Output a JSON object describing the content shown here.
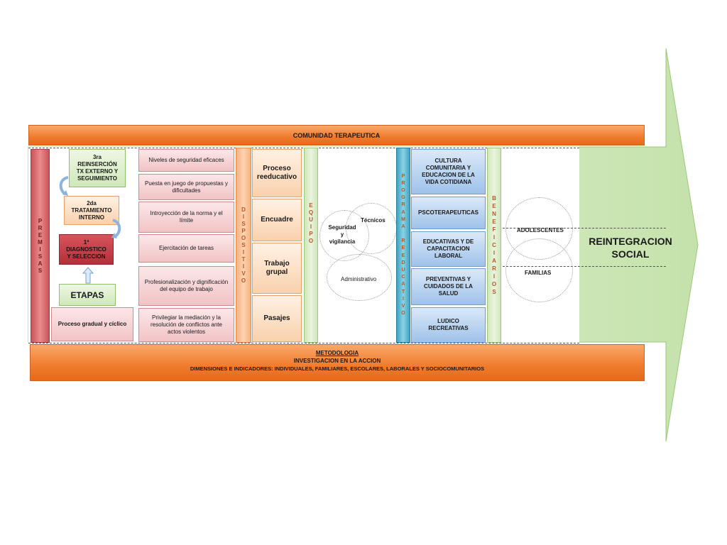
{
  "top_band": {
    "title": "COMUNIDAD TERAPEUTICA"
  },
  "bottom_band": {
    "line1": "METODOLOGIA",
    "line2": "INVESTIGACION EN LA ACCION",
    "line3": "DIMENSIONES E INDICADORES: INDIVIDUALES, FAMILIARES,  ESCOLARES, LABORALES Y SOCIOCOMUNITARIOS"
  },
  "premisas": {
    "letters": [
      "P",
      "R",
      "E",
      "M",
      "I",
      "S",
      "A",
      "S"
    ]
  },
  "etapas": {
    "stage3": [
      "3ra",
      "REINSERCIÓN",
      "TX EXTERNO Y",
      "SEGUIMIENTO"
    ],
    "stage2": [
      "2da",
      "TRATAMIENTO",
      "INTERNO"
    ],
    "stage1": [
      "1ª",
      "DIAGNOSTICO",
      "Y SELECCION"
    ],
    "label": "ETAPAS",
    "process": "Proceso gradual  y cíclico"
  },
  "premise_items": [
    "Niveles de seguridad eficaces",
    "Puesta en juego de  propuestas y dificultades",
    "Introyección de la norma y el límite",
    "Ejercitación de tareas",
    "Profesionalización y dignificación del equipo de trabajo",
    "Privilegiar la mediación y la resolución de conflictos ante actos violentos"
  ],
  "dispositivo": {
    "letters": [
      "D",
      "I",
      "S",
      "P",
      "O",
      "S",
      "I",
      "T",
      "I",
      "V",
      "O"
    ]
  },
  "dispositivo_items": [
    "Proceso reeducativo",
    "Encuadre",
    "Trabajo grupal",
    "Pasajes"
  ],
  "equipo": {
    "letters": [
      "E",
      "Q",
      "U",
      "I",
      "P",
      "O"
    ],
    "security": [
      "Seguridad",
      "y",
      "vigilancia"
    ],
    "tecnicos": "Técnicos",
    "administrativo": "Administrativo"
  },
  "programa": {
    "letters": [
      "P",
      "R",
      "O",
      "G",
      "R",
      "A",
      "M",
      "A",
      " ",
      "R",
      "E",
      "E",
      "D",
      "U",
      "C",
      "A",
      "T",
      "I",
      "V",
      "O"
    ]
  },
  "programa_items": [
    "CULTURA COMUNITARIA Y EDUCACION DE LA VIDA  COTIDIANA",
    "PSCOTERAPEUTICAS",
    "EDUCATIVAS Y DE CAPACITACION LABORAL",
    "PREVENTIVAS  Y CUIDADOS DE LA SALUD",
    "LUDICO RECREATIVAS"
  ],
  "beneficiarios": {
    "letters": [
      "B",
      "E",
      "N",
      "E",
      "F",
      "I",
      "C",
      "I",
      "A",
      "R",
      "I",
      "O",
      "S"
    ],
    "adolescentes": "ADOLESCENTES",
    "familias": "FAMILIAS"
  },
  "goal": {
    "line1": "REINTEGRACION",
    "line2": "SOCIAL"
  },
  "colors": {
    "orange": "#f07b2d",
    "green": "#cfe8b8",
    "pink": "#e98a8d",
    "blue": "#9fc2ea",
    "teal": "#3ea3c2"
  }
}
